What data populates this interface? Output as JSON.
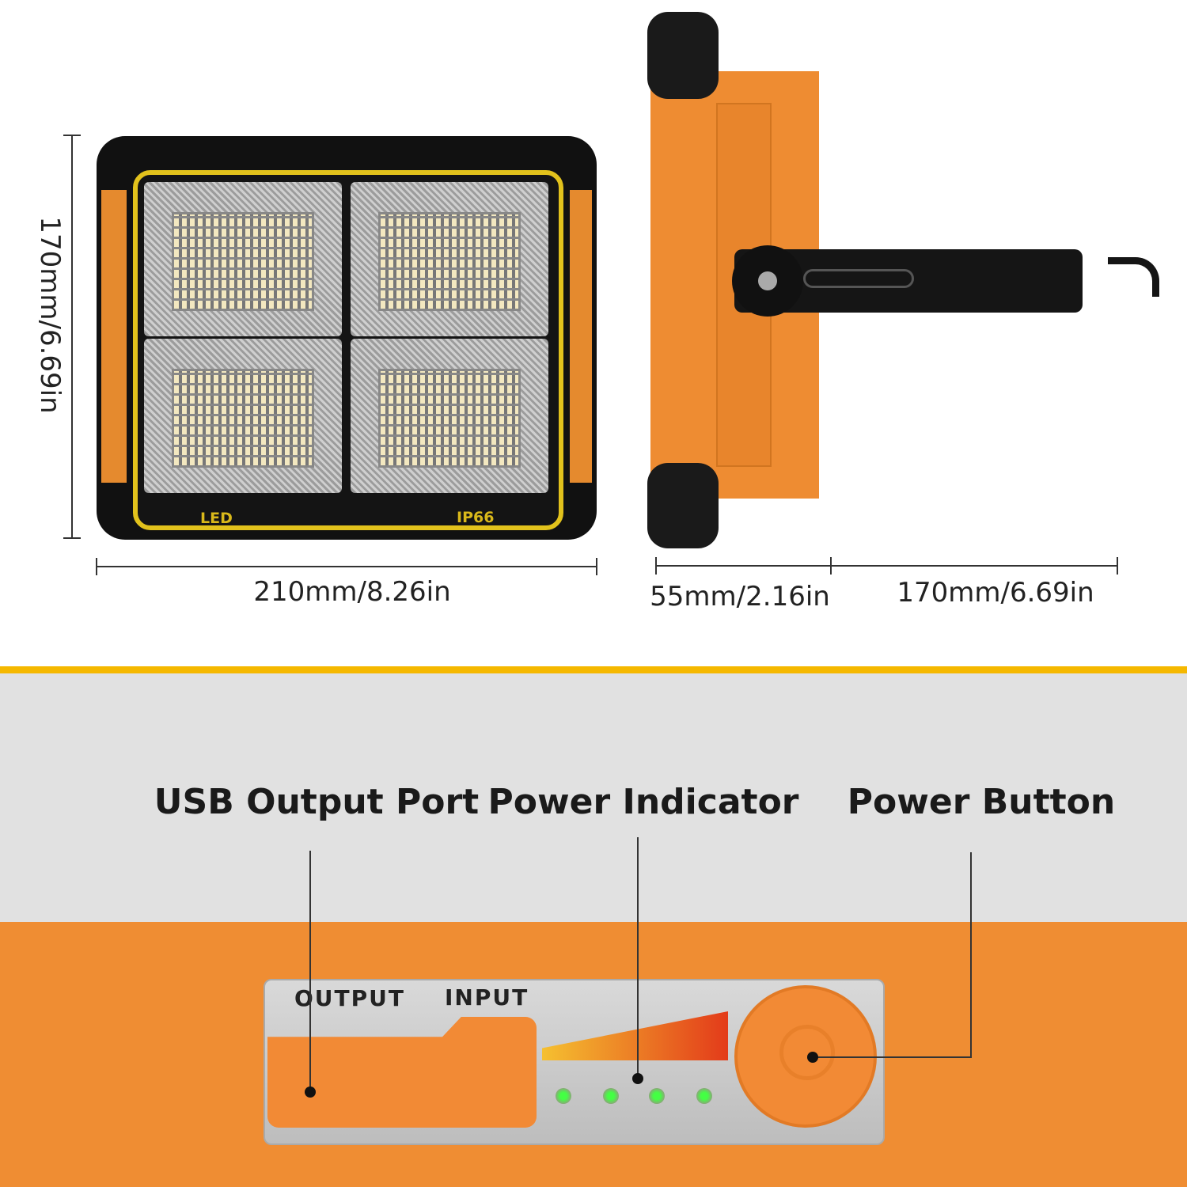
{
  "dimensions": {
    "front_height": "170mm/6.69in",
    "front_width": "210mm/8.26in",
    "side_depth": "55mm/2.16in",
    "bracket_length": "170mm/6.69in"
  },
  "front_markings": {
    "led": "LED",
    "rating": "IP66"
  },
  "callouts": {
    "usb_output": "USB Output Port",
    "power_indicator": "Power Indicator",
    "power_button": "Power Button"
  },
  "panel_labels": {
    "output": "OUTPUT",
    "input": "INPUT"
  },
  "colors": {
    "body_orange": "#ee8c32",
    "accent_yellow": "#f5b800",
    "frame_yellow": "#e2c21c",
    "indicator_green": "#44ff44"
  }
}
